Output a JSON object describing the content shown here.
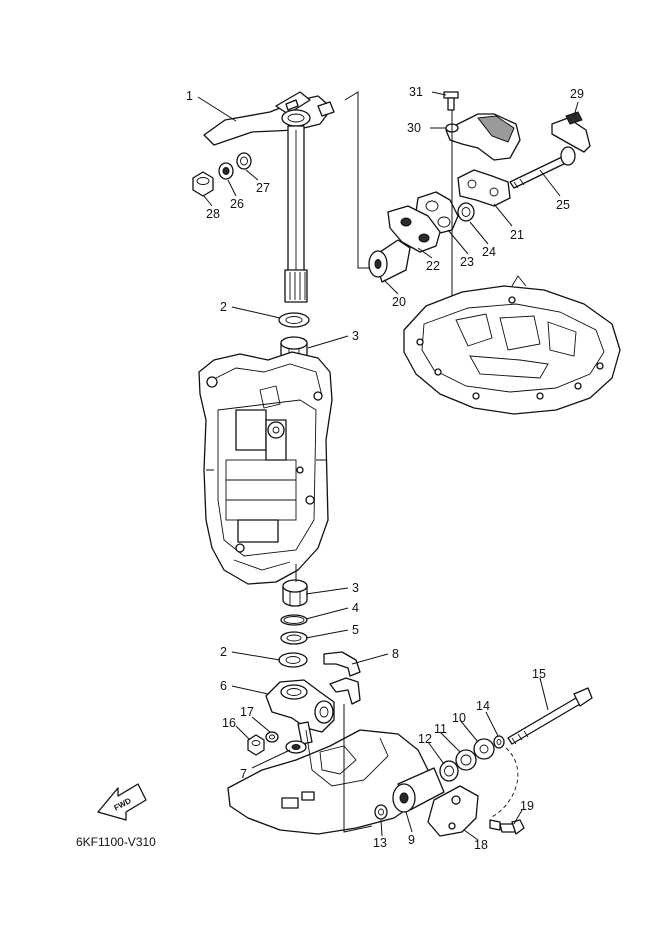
{
  "diagram": {
    "code": "6KF1100-V310",
    "fwd_label": "FWD",
    "callouts": {
      "c1": "1",
      "c2a": "2",
      "c3a": "3",
      "c20": "20",
      "c22": "22",
      "c23": "23",
      "c24": "24",
      "c21": "21",
      "c25": "25",
      "c29": "29",
      "c30": "30",
      "c31": "31",
      "c26": "26",
      "c27": "27",
      "c28": "28",
      "c3b": "3",
      "c4": "4",
      "c5": "5",
      "c2b": "2",
      "c8": "8",
      "c6": "6",
      "c17": "17",
      "c16": "16",
      "c7": "7",
      "c15": "15",
      "c14": "14",
      "c10": "10",
      "c11": "11",
      "c12": "12",
      "c13": "13",
      "c9": "9",
      "c18": "18",
      "c19": "19"
    }
  }
}
